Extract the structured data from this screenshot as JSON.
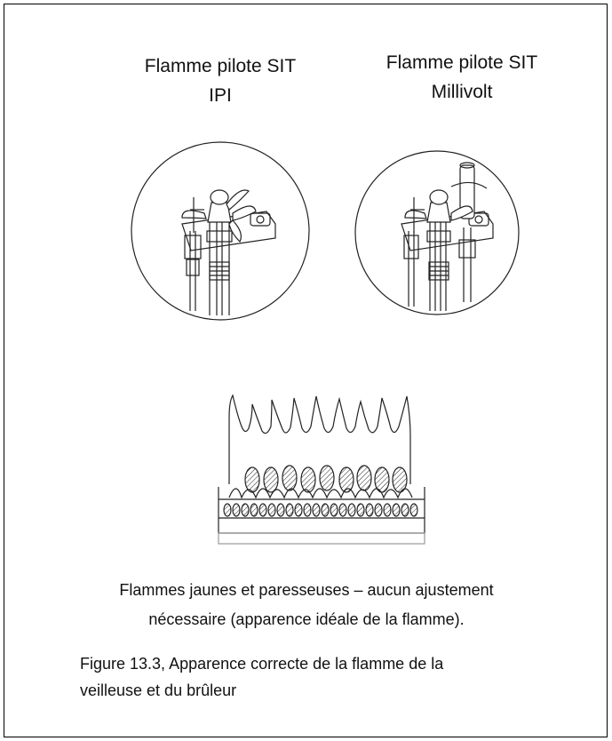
{
  "pilots": [
    {
      "line1": "Flamme pilote SIT",
      "line2": "IPI"
    },
    {
      "line1": "Flamme pilote SIT",
      "line2": "Millivolt"
    }
  ],
  "caption": {
    "line1": "Flammes jaunes et paresseuses – aucun ajustement",
    "line2": "nécessaire (apparence idéale de la flamme)."
  },
  "figure_label": {
    "line1": "Figure 13.3, Apparence correcte de la flamme de la",
    "line2": "veilleuse et du brûleur"
  }
}
